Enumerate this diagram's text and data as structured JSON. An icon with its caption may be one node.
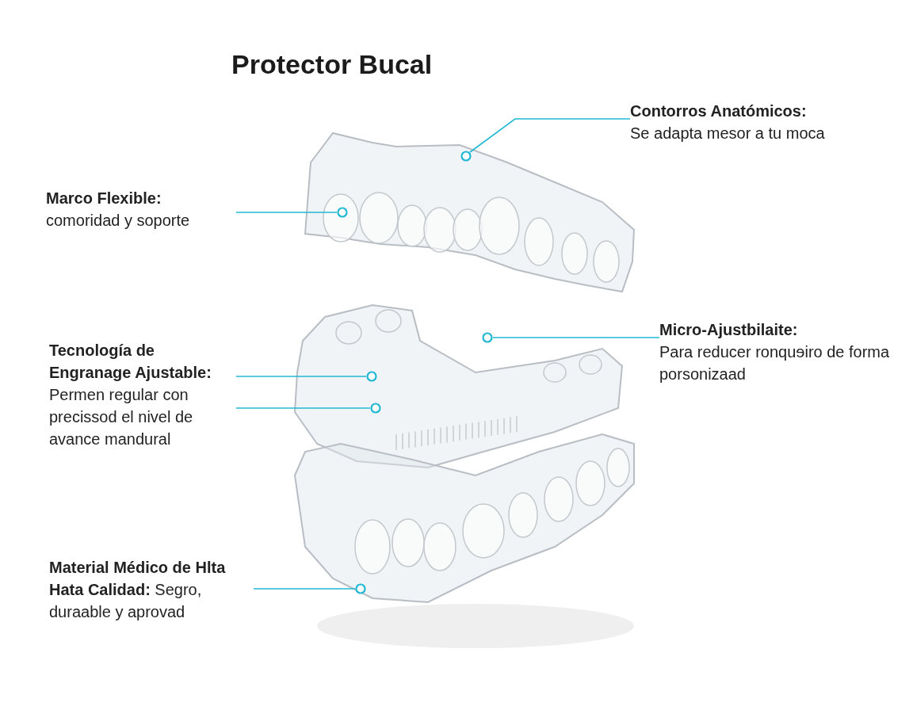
{
  "diagram": {
    "title": "Protector Bucal",
    "nodes": [
      {
        "text": [
          "Contorros Anatómicos:",
          "Se adapta mesor a tu moca"
        ]
      },
      {
        "text": [],
        "shape": "circle"
      },
      {
        "text": [
          "Marco Flexible:",
          "comoridad y soporte"
        ]
      },
      {
        "text": [],
        "shape": "circle"
      },
      {
        "text": [
          "Micro-Ajustbilaite:",
          "Para reducer ronquɘiro de forma porsonizaad"
        ]
      },
      {
        "text": [],
        "shape": "circle"
      },
      {
        "text": [
          "Tecnología de Engranage Ajustable:",
          "Permen regular con precissod el nivel de avance mandural"
        ]
      },
      {
        "text": [],
        "shape": "circle"
      },
      {
        "text": [],
        "shape": "circle"
      },
      {
        "text": [
          "**Material Médico de Hlta Hata Calidad:** Segro, duraable y aprovad"
        ]
      },
      {
        "text": [],
        "shape": "circle"
      }
    ],
    "edges": [
      {
        "from": 0,
        "to": 1,
        "arrow": "none"
      },
      {
        "from": 2,
        "to": 3,
        "arrow": "none"
      },
      {
        "from": 4,
        "to": 5,
        "arrow": "none"
      },
      {
        "from": 6,
        "to": 7,
        "arrow": "none"
      },
      {
        "from": 6,
        "to": 8,
        "arrow": "none"
      },
      {
        "from": 9,
        "to": 10,
        "arrow": "none"
      }
    ]
  }
}
